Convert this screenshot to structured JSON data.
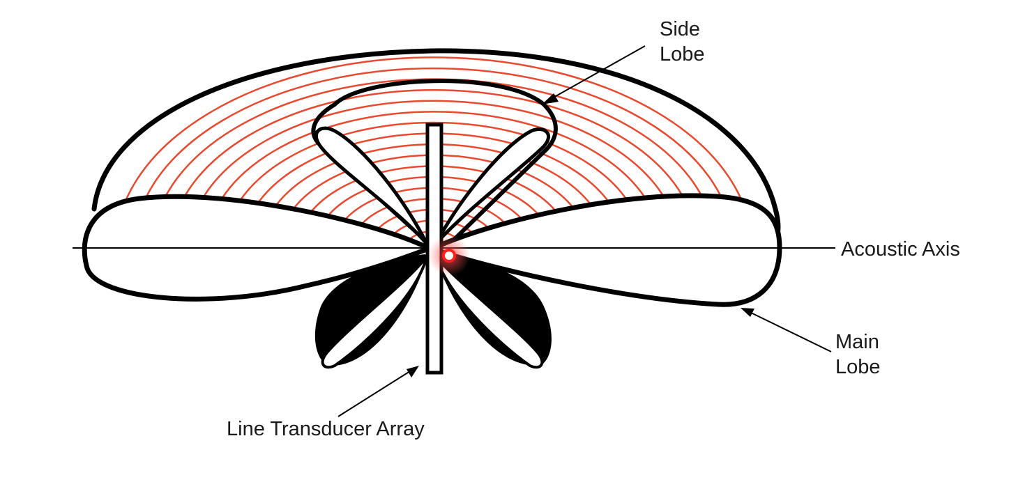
{
  "labels": {
    "side_lobe": [
      "Side",
      "Lobe"
    ],
    "main_lobe": [
      "Main",
      "Lobe"
    ],
    "acoustic_axis": "Acoustic Axis",
    "line_array": "Line Transducer Array"
  },
  "colors": {
    "outline": "#000000",
    "wavefront": "#e8492f",
    "source_dot": "#ff1f1f",
    "background": "#ffffff"
  }
}
